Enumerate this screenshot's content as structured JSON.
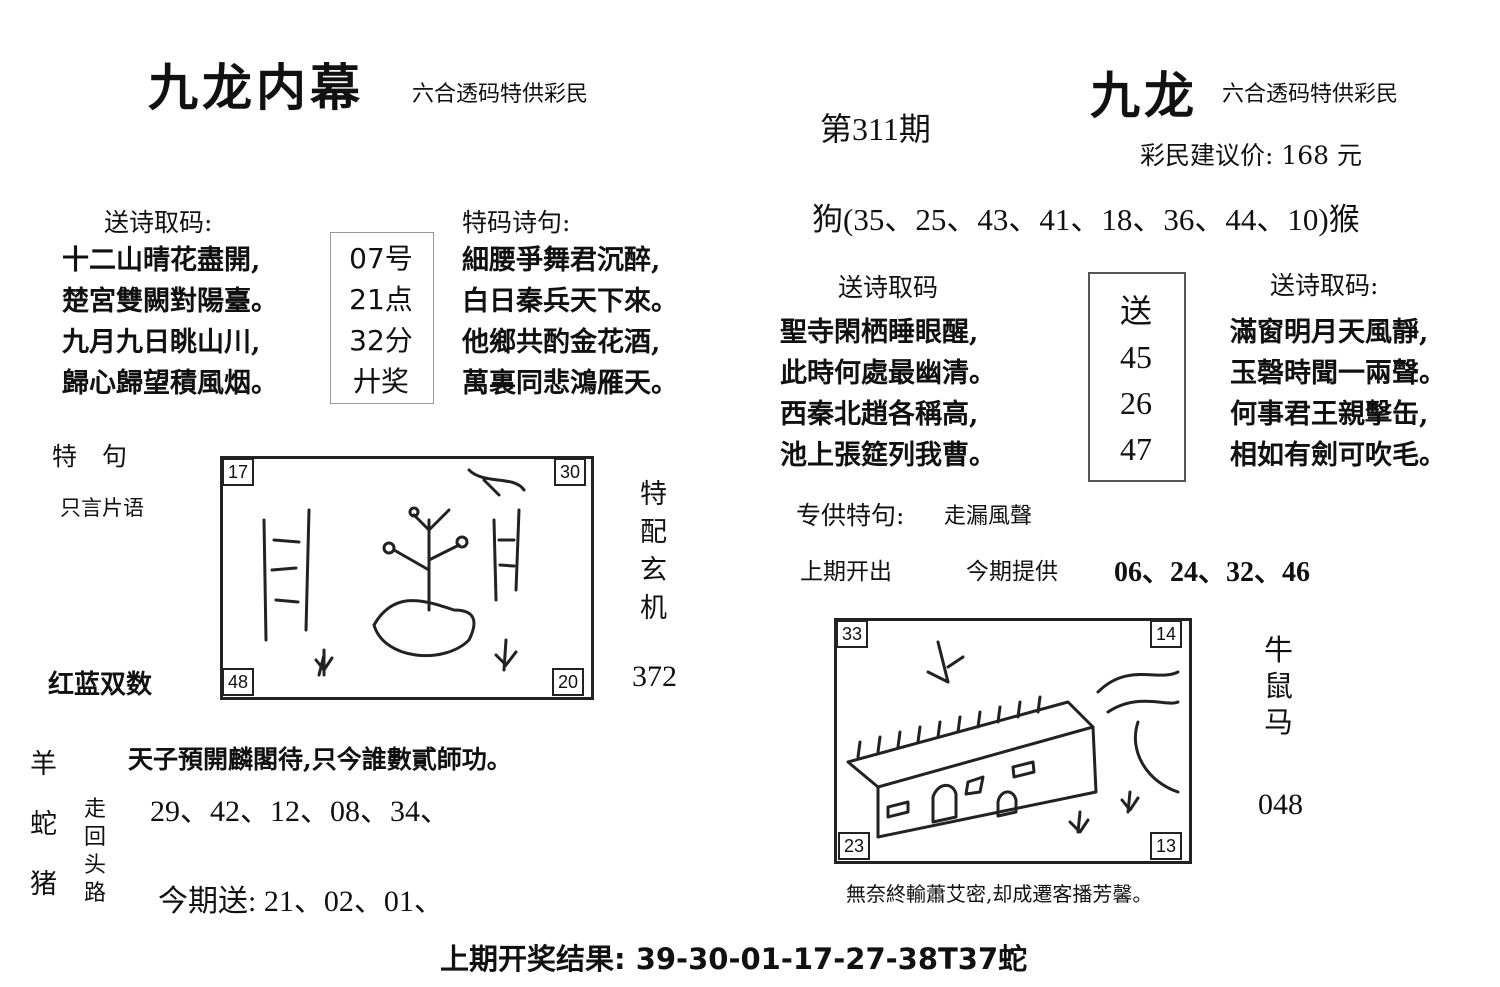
{
  "left": {
    "title": "九龙内幕",
    "subtitle": "六合透码特供彩民",
    "poem1_heading": "送诗取码:",
    "poem1_lines": [
      "十二山晴花盡開,",
      "楚宮雙闕對陽臺。",
      "九月九日眺山川,",
      "歸心歸望積風烟。"
    ],
    "draw_info": [
      "07号",
      "21点",
      "32分",
      "廾奖"
    ],
    "poem2_heading": "特码诗句:",
    "poem2_lines": [
      "細腰爭舞君沉醉,",
      "白日秦兵天下來。",
      "他鄉共酌金花酒,",
      "萬裏同悲鴻雁天。"
    ],
    "tejv_label": "特　句",
    "tejv_text": "只言片语",
    "hongland": "红蓝双数",
    "picture_corners": {
      "tl": "17",
      "tr": "30",
      "bl": "48",
      "br": "20"
    },
    "side_vertical": [
      "特",
      "配",
      "玄",
      "机"
    ],
    "side_number": "372",
    "zodiac_vertical": [
      "羊",
      "蛇",
      "猪"
    ],
    "poem_line": "天子預開麟閣待,只今誰數貳師功。",
    "walk_back_vertical": [
      "走",
      "回",
      "头",
      "路"
    ],
    "numbers_row": "29、42、12、08、34、",
    "today_send": "今期送: 21、02、01、"
  },
  "right": {
    "title": "九龙",
    "subtitle": "六合透码特供彩民",
    "issue": "第311期",
    "price": "彩民建议价: 168 元",
    "dog_monkey": "狗(35、25、43、41、18、36、44、10)猴",
    "poem1_heading": "送诗取码",
    "poem1_lines": [
      "聖寺閑栖睡眼醒,",
      "此時何處最幽清。",
      "西秦北趙各稱高,",
      "池上張筵列我曹。"
    ],
    "send_box": [
      "送",
      "45",
      "26",
      "47"
    ],
    "poem2_heading": "送诗取码:",
    "poem2_lines": [
      "滿窗明月天風靜,",
      "玉磬時聞一兩聲。",
      "何事君王親擊缶,",
      "相如有劍可吹毛。"
    ],
    "special_label": "专供特句:",
    "special_text": "走漏風聲",
    "last_issue_label": "上期开出",
    "provide_label": "今期提供",
    "provide_numbers": "06、24、32、46",
    "picture_corners": {
      "tl": "33",
      "tr": "14",
      "bl": "23",
      "br": "13"
    },
    "side_vertical": [
      "牛",
      "鼠",
      "马"
    ],
    "side_number": "048",
    "caption": "無奈終輸蕭艾密,却成遷客播芳馨。"
  },
  "footer": "上期开奖结果: 39-30-01-17-27-38T37蛇"
}
